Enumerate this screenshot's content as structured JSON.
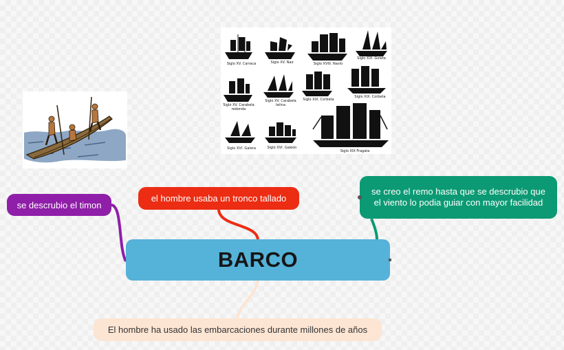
{
  "central": {
    "label": "BARCO"
  },
  "nodes": {
    "timon": "se descrubio el timon",
    "tronco": "el hombre usaba un tronco tallado",
    "remo": "se creo el remo hasta que se descrubio que el viento lo podia guiar con mayor facilidad",
    "milenios": "El hombre ha usado las embarcaciones durante millones de años"
  },
  "colors": {
    "central": "#55b2d8",
    "timon": "#8f1ea8",
    "tronco": "#ec2d13",
    "remo": "#0b9a74",
    "milenios": "#fde5d3"
  },
  "ship_labels": [
    "Siglo XV. Carraca",
    "Siglo XV. Nao",
    "Siglo XVIII. Navío",
    "Siglo XIX. Goleta",
    "Siglo XV. Carabela redonda",
    "Siglo XV. Carabela latina",
    "Siglo XIX. Corbeta",
    "Siglo XIX. Corbeta",
    "Siglo XVI. Galera",
    "Siglo XVI. Galeón",
    "Siglo XIX Fragata"
  ]
}
